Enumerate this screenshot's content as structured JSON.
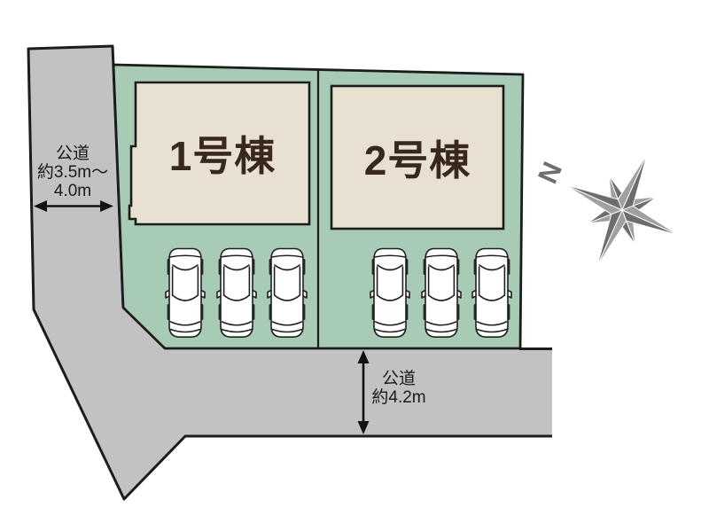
{
  "site_plan": {
    "buildings": [
      {
        "label": "1号棟"
      },
      {
        "label": "2号棟"
      }
    ],
    "roads": {
      "left": {
        "lines": [
          "公道",
          "約3.5m〜",
          "4.0m"
        ]
      },
      "bottom": {
        "lines": [
          "公道",
          "約4.2m"
        ]
      }
    },
    "parking": {
      "lots": [
        {
          "building": "1号棟",
          "spaces": 3
        },
        {
          "building": "2号棟",
          "spaces": 3
        }
      ]
    },
    "compass": {
      "north_label": "N"
    },
    "colors": {
      "plot_green": "#a7cbb5",
      "building_beige": "#e8e0d0",
      "road_gray": "#c2c2c2",
      "outline": "#1c1c1c",
      "compass_dark": "#6d6d6d",
      "compass_light": "#a0a0a0"
    }
  }
}
